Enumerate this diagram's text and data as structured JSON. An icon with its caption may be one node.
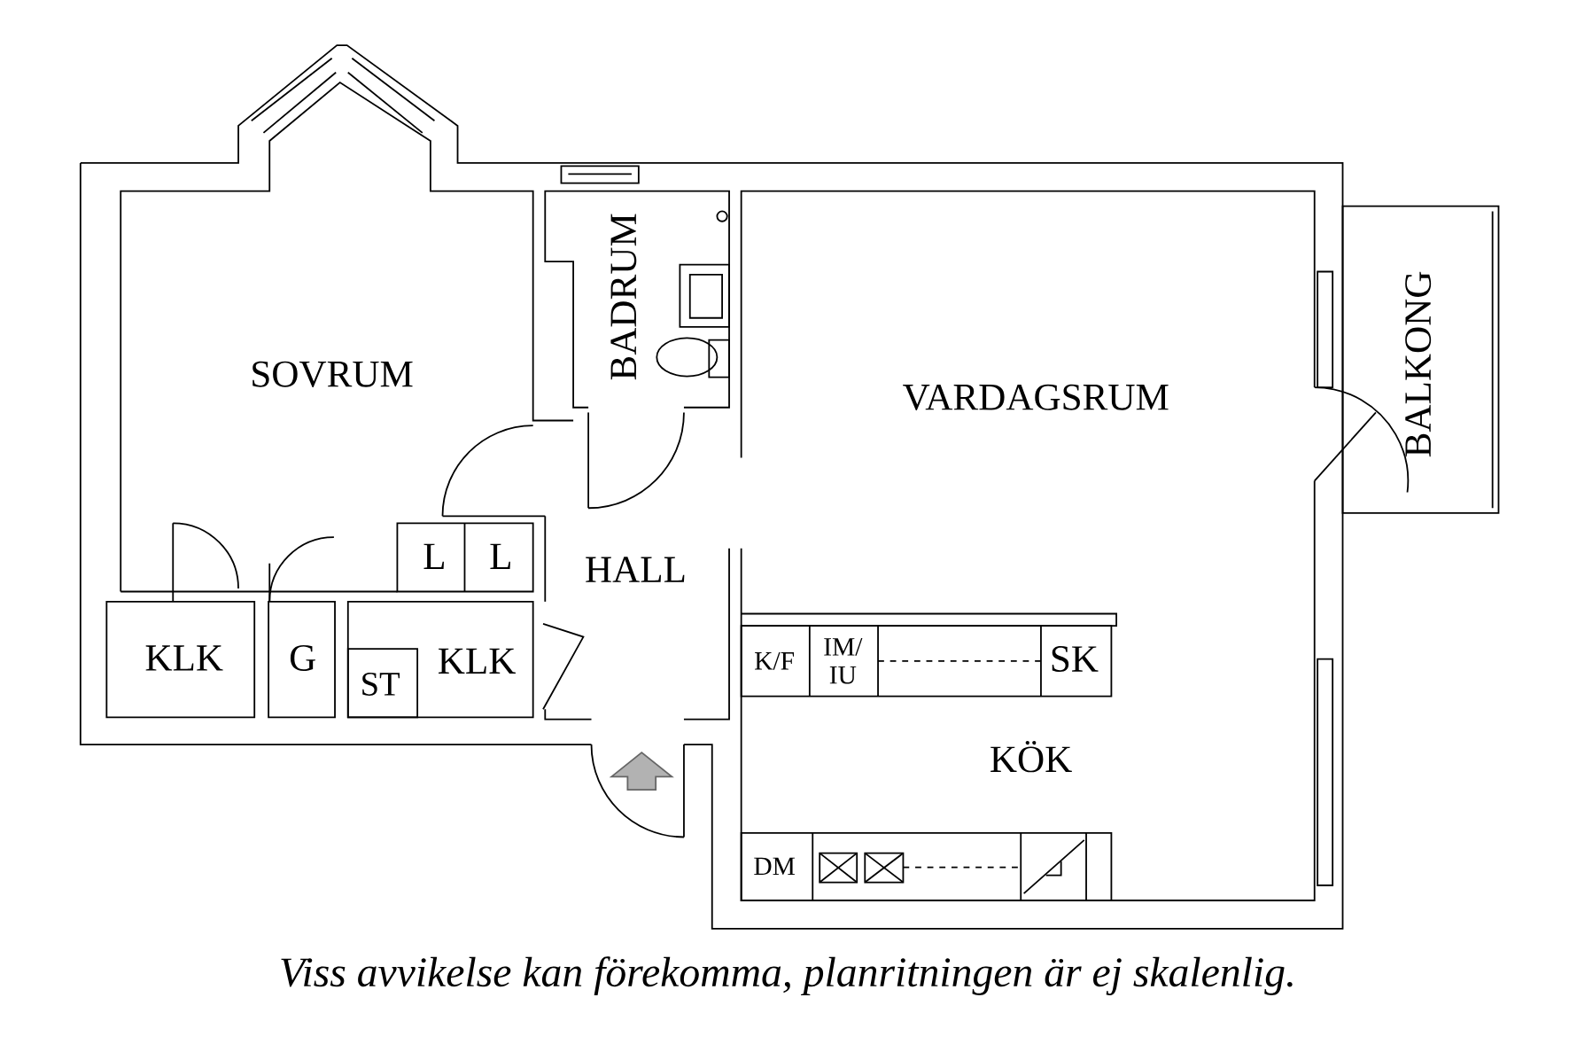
{
  "diagram": {
    "caption": "Viss avvikelse kan förekomma, planritningen är ej skalenlig.",
    "labels": [
      "SOVRUM",
      "BADRUM",
      "VARDAGSRUM",
      "BALKONG",
      "L",
      "L",
      "HALL",
      "K/F",
      "IM/ IU",
      "SK",
      "KLK",
      "G",
      "ST",
      "KLK",
      "KÖK",
      "DM"
    ]
  }
}
